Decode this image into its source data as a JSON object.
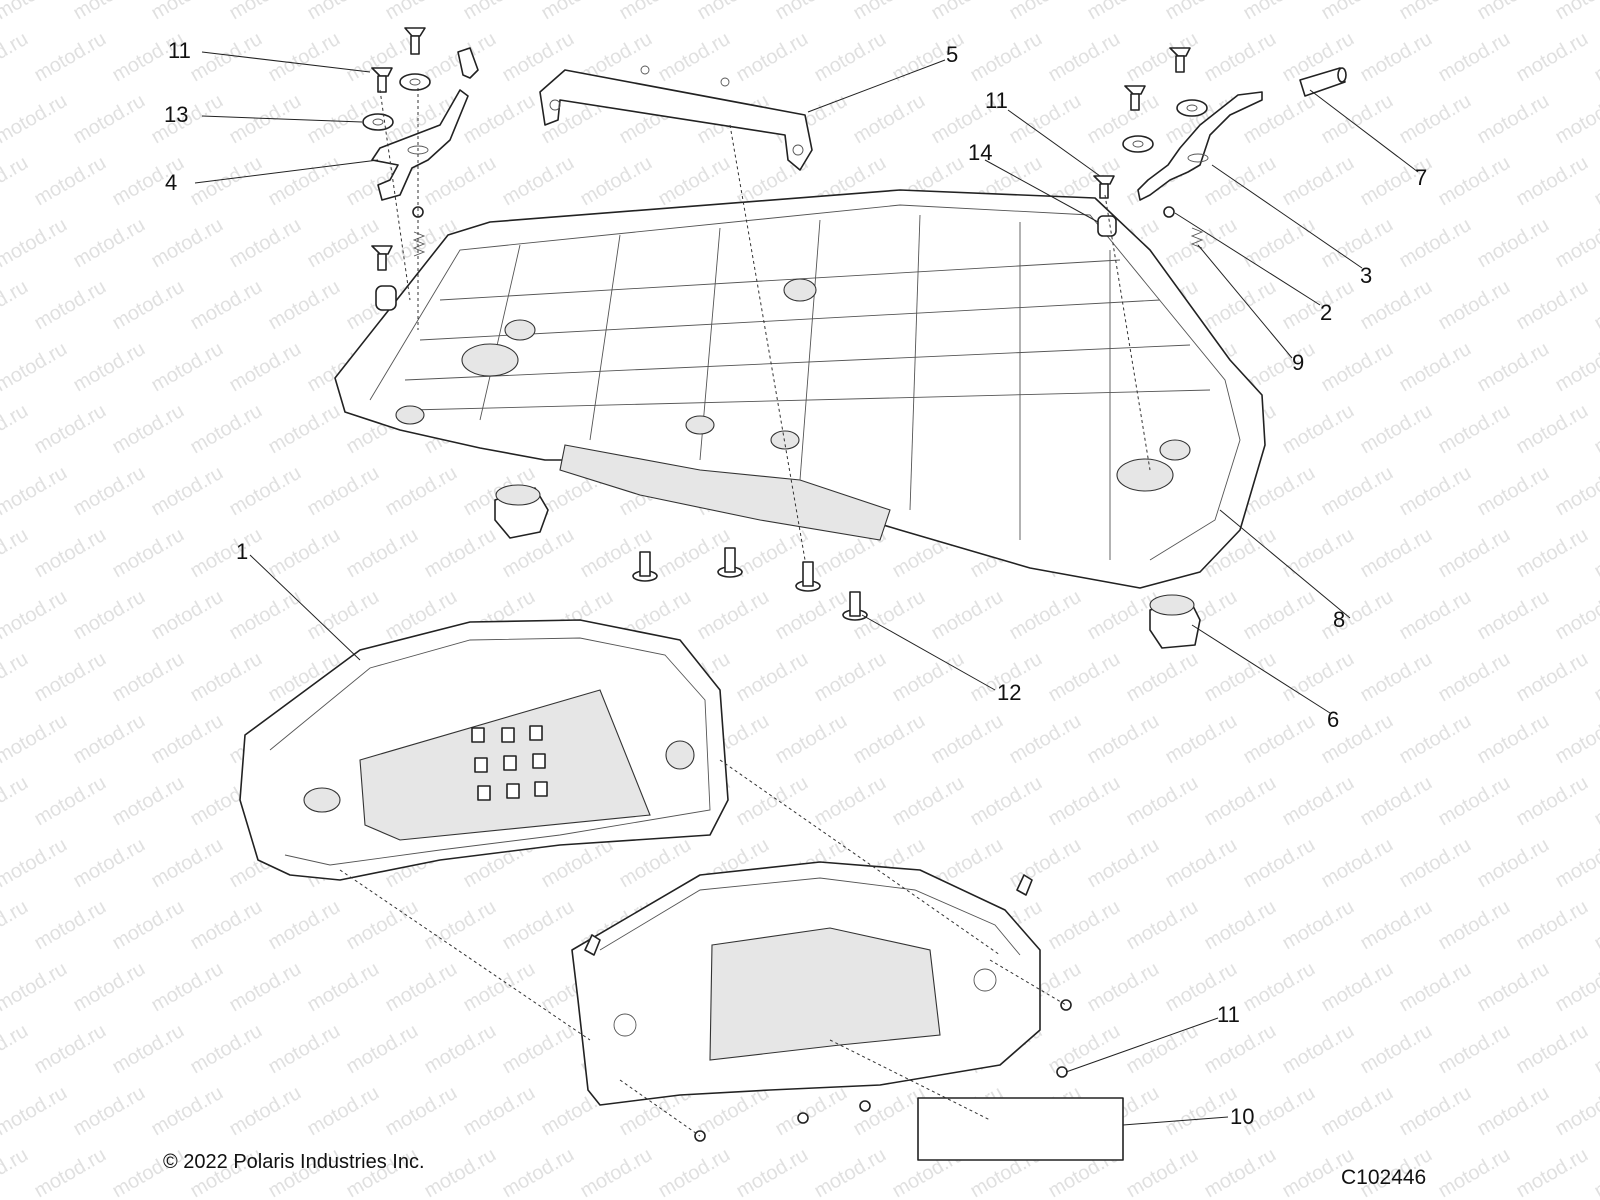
{
  "watermark": "motod.ru",
  "copyright": "© 2022 Polaris Industries Inc.",
  "figure_code": "C102446",
  "callouts": {
    "c1": "1",
    "c2": "2",
    "c3": "3",
    "c4": "4",
    "c5": "5",
    "c6": "6",
    "c7": "7",
    "c8": "8",
    "c9": "9",
    "c10": "10",
    "c11a": "11",
    "c11b": "11",
    "c11c": "11",
    "c12": "12",
    "c13": "13",
    "c14": "14"
  }
}
